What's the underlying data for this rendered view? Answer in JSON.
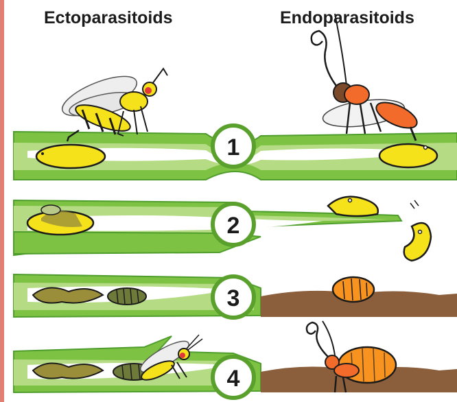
{
  "columns": {
    "left": "Ectoparasitoids",
    "right": "Endoparasitoids"
  },
  "steps": [
    {
      "number": "1"
    },
    {
      "number": "2"
    },
    {
      "number": "3"
    },
    {
      "number": "4"
    }
  ],
  "colors": {
    "leaf_light": "#7dc242",
    "leaf_dark": "#4e9d2d",
    "leaf_pale": "#b5dc85",
    "tunnel": "#ffffff",
    "larva": "#f5e21b",
    "pupa_orange": "#f7931e",
    "soil": "#8b5e3c",
    "badge_ring": "#5aa02c",
    "accent_border": "#e07f72"
  }
}
